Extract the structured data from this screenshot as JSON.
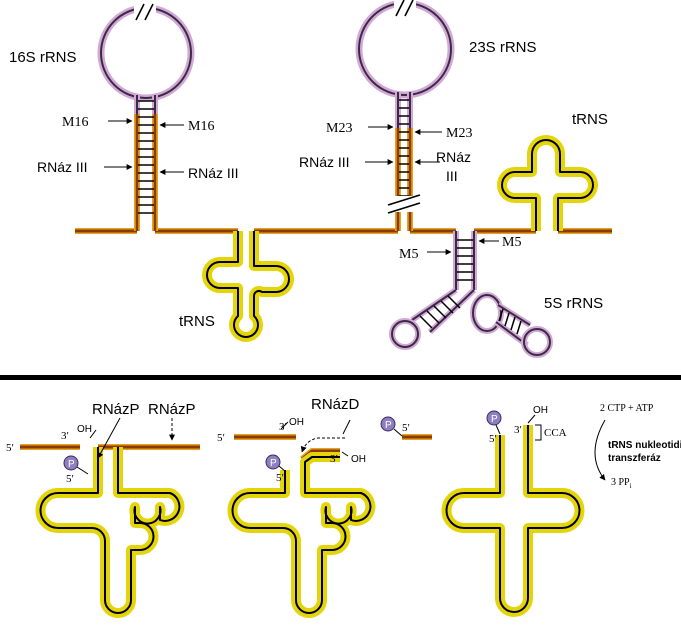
{
  "top": {
    "rrna_16s": "16S rRNS",
    "rrna_23s": "23S rRNS",
    "rrna_5s": "5S rRNS",
    "trna_right": "tRNS",
    "trna_bottom": "tRNS",
    "m16_left": "M16",
    "m16_right": "M16",
    "rnaz3_left_16": "RNáz III",
    "rnaz3_right_16": "RNáz III",
    "m23_left": "M23",
    "m23_right": "M23",
    "rnaz3_left_23": "RNáz III",
    "rnaz3_right_23_line1": "RNáz",
    "rnaz3_right_23_line2": "III",
    "m5_left": "M5",
    "m5_right": "M5"
  },
  "bottom": {
    "p1": {
      "five_prime_left": "5′",
      "three_prime": "3′",
      "oh": "OH",
      "p_symbol": "P",
      "five_prime_trna": "5′",
      "rnazp_a": "RNázP",
      "rnazp_b": "RNázP"
    },
    "p2": {
      "five_prime_left": "5′",
      "three_prime_top": "3′",
      "oh_top": "OH",
      "p_symbol_top": "P",
      "five_prime_top_right": "5′",
      "rnazd": "RNázD",
      "p_symbol_left": "P",
      "five_prime_trna": "5′",
      "three_prime_trna": "3′",
      "oh_trna": "OH"
    },
    "p3": {
      "p_symbol": "P",
      "five_prime": "5′",
      "three_prime": "3′",
      "oh": "OH",
      "cca": "CCA",
      "ctp_atp": "2 CTP + ATP",
      "enzyme_line1": "tRNS nukleotidil",
      "enzyme_line2": "transzferáz",
      "pp": "3 PP",
      "pp_sub": "i"
    }
  },
  "colors": {
    "rna_core": "#8b3a0e",
    "rna_halo": "#e8a31d",
    "trna_outline": "#e4d40a",
    "rrna_loop": "#d2a8d6",
    "divider": "#000000",
    "phosphate": "#8e7fc0"
  }
}
